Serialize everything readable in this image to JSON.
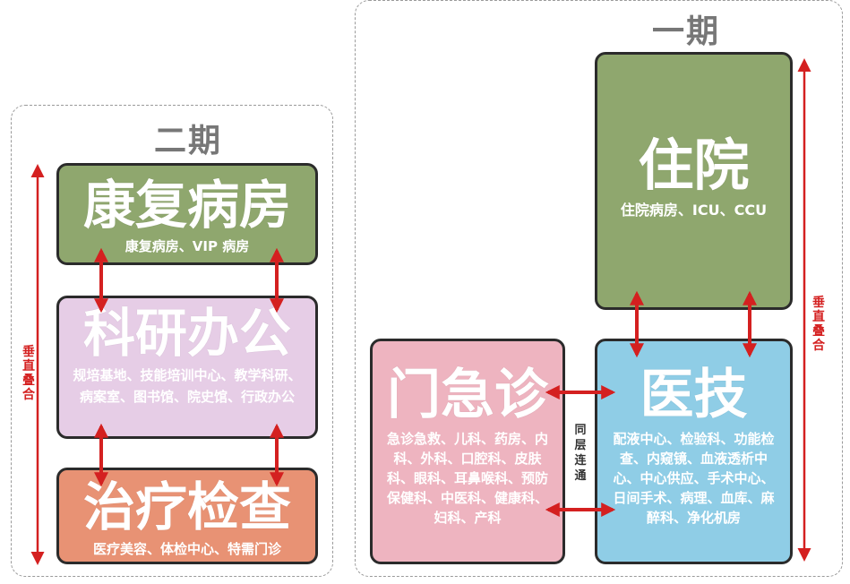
{
  "phase2": {
    "title": "二期",
    "side_label": "垂直叠合",
    "rehab": {
      "name": "康复病房",
      "detail": "康复病房、VIP 病房",
      "color": "#8fa76e"
    },
    "research": {
      "name": "科研办公",
      "detail": "规培基地、技能培训中心、教学科研、病案室、图书馆、院史馆、行政办公",
      "color": "#e6cde6"
    },
    "treatment": {
      "name": "治疗检查",
      "detail": "医疗美容、体检中心、特需门诊",
      "color": "#e89274"
    }
  },
  "phase1": {
    "title": "一期",
    "side_label": "垂直叠合",
    "inpatient": {
      "name": "住院",
      "detail": "住院病房、ICU、CCU",
      "color": "#8fa76e"
    },
    "clinic": {
      "name": "门急诊",
      "detail": "急诊急救、儿科、药房、内科、外科、口腔科、皮肤科、眼科、耳鼻喉科、预防保健科、中医科、健康科、妇科、产科",
      "color": "#eeb4c0"
    },
    "medtech": {
      "name": "医技",
      "detail": "配液中心、检验科、功能检查、内窥镜、血液透析中心、中心供应、手术中心、日间手术、病理、血库、麻醉科、净化机房",
      "color": "#8fcde6"
    },
    "connector_label": "同层连通"
  },
  "colors": {
    "arrow": "#d42020",
    "border": "#2b2b2b",
    "title": "#777777"
  }
}
